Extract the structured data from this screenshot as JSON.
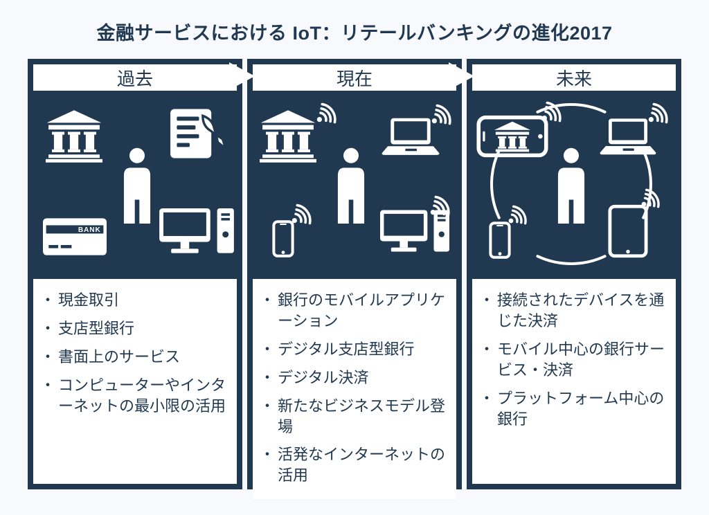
{
  "title": "金融サービスにおける IoT：リテールバンキングの進化2017",
  "colors": {
    "panel_navy": "#213950",
    "background": "#F7F9FD",
    "white": "#FFFFFF"
  },
  "card_label": "BANK",
  "columns": [
    {
      "id": "past",
      "header": "過去",
      "icons": [
        "bank-icon",
        "document-pen-icon",
        "person-icon",
        "credit-card-icon",
        "desktop-computer-icon"
      ],
      "items": [
        "現金取引",
        "支店型銀行",
        "書面上のサービス",
        "コンピューターやインターネットの最小限の活用"
      ]
    },
    {
      "id": "present",
      "header": "現在",
      "icons": [
        "bank-wifi-icon",
        "laptop-wifi-icon",
        "person-icon",
        "smartphone-wifi-icon",
        "desktop-computer-wifi-icon"
      ],
      "items": [
        "銀行のモバイルアプリケーション",
        "デジタル支店型銀行",
        "デジタル決済",
        "新たなビジネスモデル登場",
        "活発なインターネットの活用"
      ]
    },
    {
      "id": "future",
      "header": "未来",
      "icons": [
        "mobile-banking-phone-icon",
        "laptop-wifi-icon",
        "person-icon",
        "smartphone-wifi-icon",
        "tablet-wifi-icon",
        "connection-circle"
      ],
      "items": [
        "接続されたデバイスを通じた決済",
        "モバイル中心の銀行サービス・決済",
        "プラットフォーム中心の銀行"
      ]
    }
  ]
}
